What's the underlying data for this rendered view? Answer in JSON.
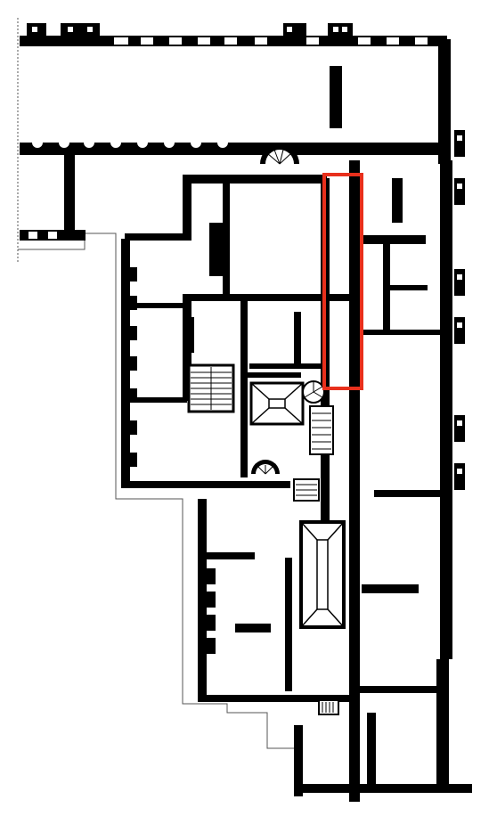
{
  "diagram": {
    "type": "architectural-floor-plan",
    "colors": {
      "background": "#ffffff",
      "wall": "#000000",
      "thin_line": "#555555",
      "hatch": "#000000",
      "highlight": "#e8301c"
    },
    "highlight_box": {
      "stroke_color": "#e8301c",
      "label": ""
    },
    "features": [
      "spiral-staircase-top",
      "spiral-staircase-mid",
      "staircase-left",
      "staircase-center",
      "staircase-lower",
      "staircase-bottom",
      "pyramid-roof-upper",
      "pyramid-roof-lower",
      "highlighted-corridor"
    ]
  }
}
